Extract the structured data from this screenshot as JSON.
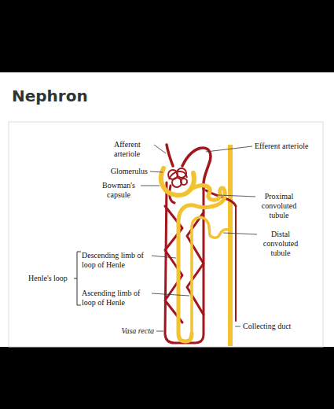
{
  "diagram": {
    "title": "Nephron",
    "labels": [
      "Afferent arteriole",
      "Efferent arteriole",
      "Glomerulus",
      "Bowman's capsule",
      "Proximal convoluted tubule",
      "Distal convoluted tubule",
      "Descending limb of loop of Henle",
      "Henle's loop",
      "Ascending limb of loop of Henle",
      "Vasa recta",
      "Collecting duct"
    ]
  }
}
